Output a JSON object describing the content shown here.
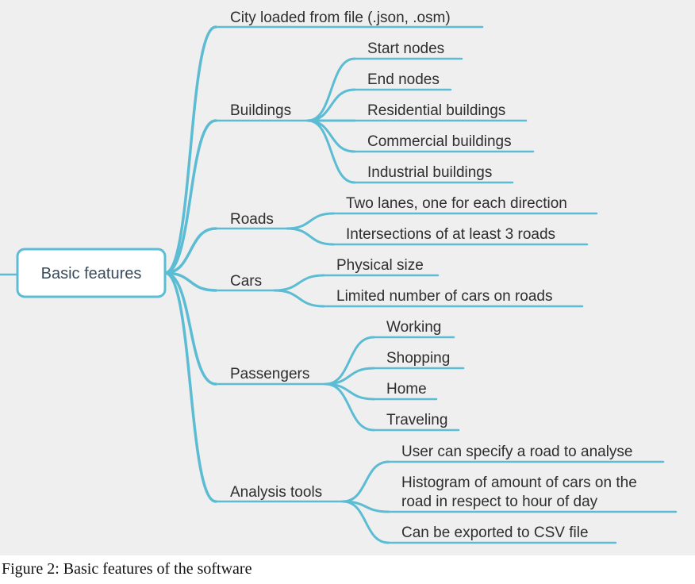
{
  "diagram": {
    "root": "Basic features",
    "branches": [
      {
        "label": "City loaded from file (.json, .osm)",
        "children": []
      },
      {
        "label": "Buildings",
        "children": [
          "Start nodes",
          "End nodes",
          "Residential buildings",
          "Commercial buildings",
          "Industrial buildings"
        ]
      },
      {
        "label": "Roads",
        "children": [
          "Two lanes, one for each direction",
          "Intersections of at least 3 roads"
        ]
      },
      {
        "label": "Cars",
        "children": [
          "Physical size",
          "Limited number of cars on roads"
        ]
      },
      {
        "label": "Passengers",
        "children": [
          "Working",
          "Shopping",
          "Home",
          "Traveling"
        ]
      },
      {
        "label": "Analysis tools",
        "children": [
          "User can specify a road to analyse",
          "Histogram of amount of cars on the road in respect to hour of day",
          "Can be exported to CSV file"
        ]
      }
    ]
  },
  "caption": "Figure 2: Basic features of the software",
  "colors": {
    "line": "#5bbcd3",
    "background": "#efefef",
    "root_fill": "#ffffff"
  }
}
